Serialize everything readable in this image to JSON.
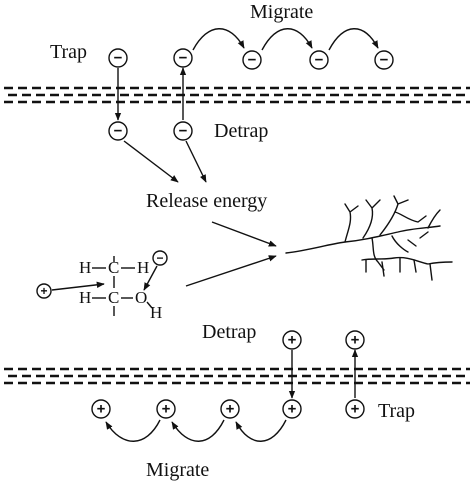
{
  "labels": {
    "migrate_top": "Migrate",
    "trap_top": "Trap",
    "detrap_top": "Detrap",
    "release_energy": "Release energy",
    "detrap_bottom": "Detrap",
    "trap_bottom": "Trap",
    "migrate_bottom": "Migrate"
  },
  "symbols": {
    "negative": "−",
    "positive": "+"
  },
  "molecule": {
    "h1": "H",
    "c1": "C",
    "h2": "H",
    "h3": "H",
    "c2": "C",
    "o": "O",
    "h4": "H"
  }
}
